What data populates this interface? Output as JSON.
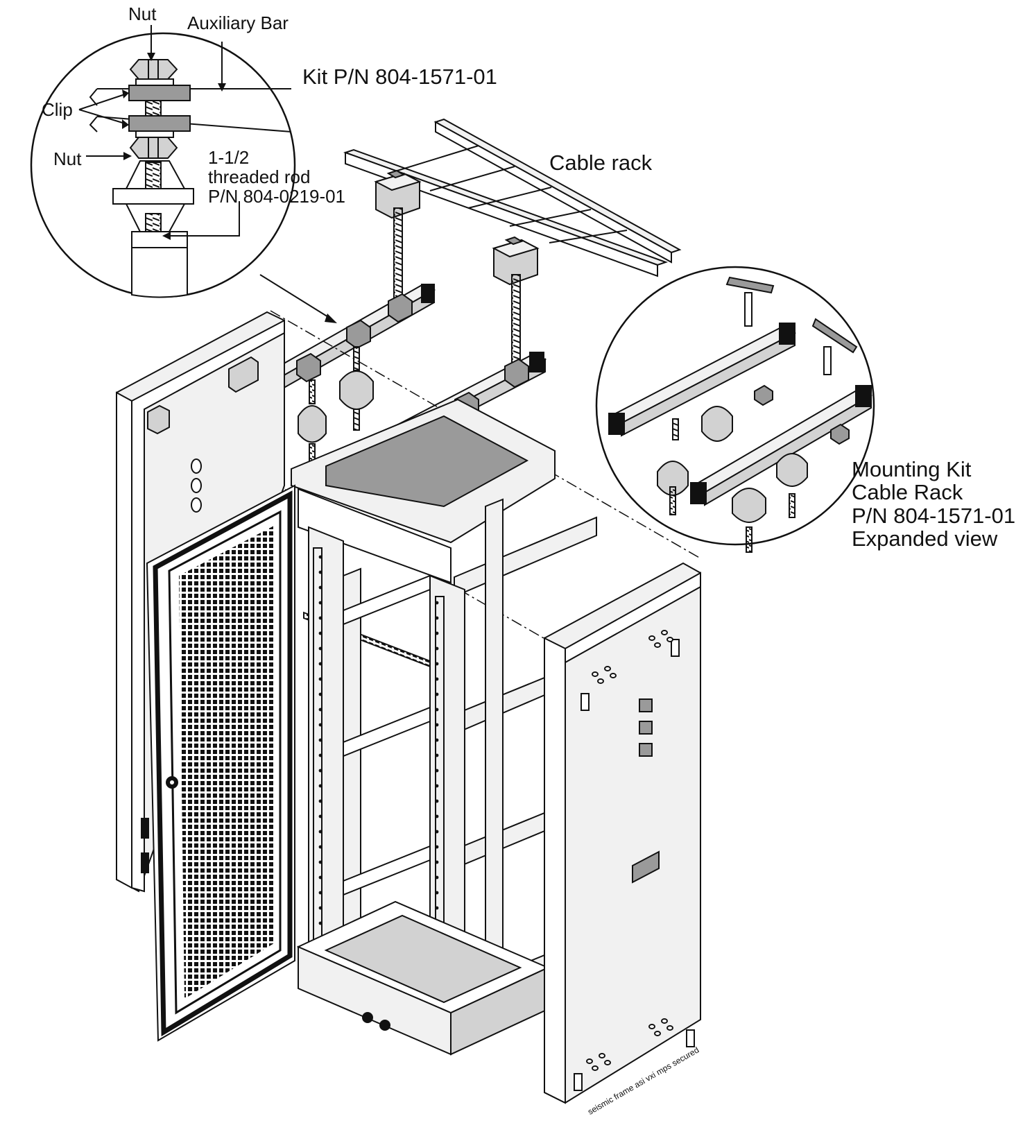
{
  "callout_top": {
    "nut_top": "Nut",
    "auxiliary_bar": "Auxiliary Bar",
    "clip": "Clip",
    "nut_bottom": "Nut",
    "rod_line1": "1-1/2",
    "rod_line2": "threaded rod",
    "rod_line3": "P/N 804-0219-01"
  },
  "kit_pn": "Kit P/N 804-1571-01",
  "cable_rack": "Cable rack",
  "callout_right": {
    "line1": "Mounting Kit",
    "line2": "Cable Rack",
    "line3": "P/N 804-1571-01",
    "line4": "Expanded view"
  },
  "footer_tag": "seismic frame asi vxi mps secured",
  "colors": {
    "line": "#111111",
    "light_fill": "#f1f1f1",
    "mid_fill": "#d2d2d2",
    "dark_fill": "#9a9a9a",
    "black": "#111111",
    "background": "#ffffff"
  }
}
